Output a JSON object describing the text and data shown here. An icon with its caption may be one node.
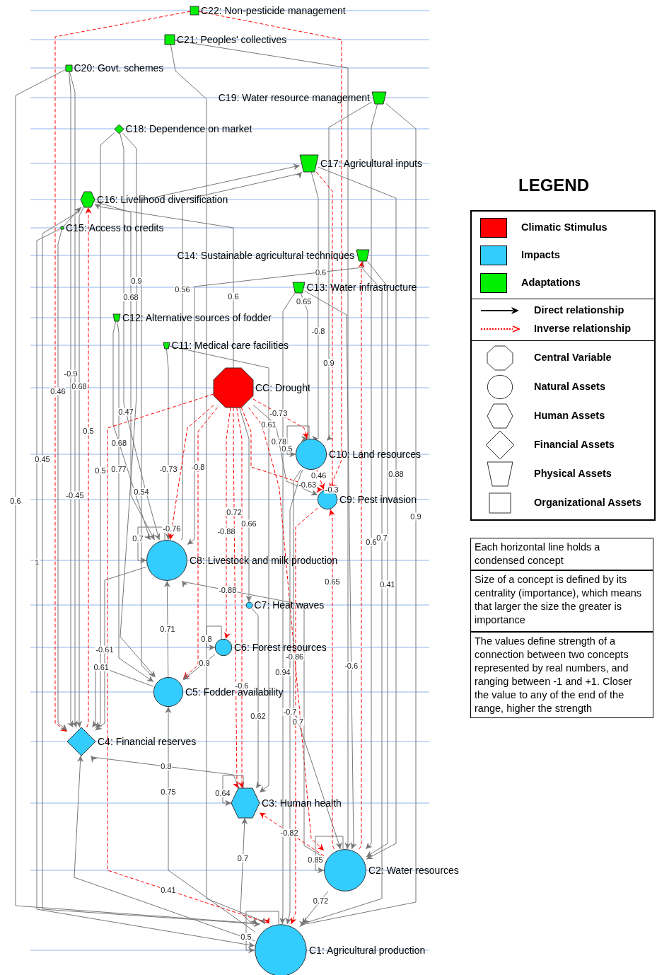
{
  "diagram": {
    "nodes": [
      {
        "text": [],
        "shape": "box",
        "beside": [
          "C22: Non-pesticide management"
        ]
      },
      {
        "text": [],
        "shape": "box",
        "beside": [
          "C21: Peoples' collectives"
        ]
      },
      {
        "text": [],
        "shape": "box",
        "beside": [
          "C20: Govt. schemes"
        ]
      },
      {
        "text": [],
        "shape": "trapezoid",
        "beside": [
          "C19: Water resource management"
        ]
      },
      {
        "text": [],
        "shape": "diamond",
        "beside": [
          "C18: Dependence on market"
        ]
      },
      {
        "text": [],
        "shape": "trapezoid",
        "beside": [
          "C17: Agricultural inputs"
        ]
      },
      {
        "text": [],
        "shape": "hexagon",
        "beside": [
          "C16: Livelihood diversification"
        ]
      },
      {
        "text": [],
        "shape": "box",
        "beside": [
          "C15: Access to credits"
        ]
      },
      {
        "text": [],
        "shape": "trapezoid",
        "beside": [
          "C14: Sustainable agricultural techniques"
        ]
      },
      {
        "text": [],
        "shape": "trapezoid",
        "beside": [
          "C13: Water infrastructure"
        ]
      },
      {
        "text": [],
        "shape": "trapezoid",
        "beside": [
          "C12: Alternative sources of fodder"
        ]
      },
      {
        "text": [],
        "shape": "trapezoid",
        "beside": [
          "C11: Medical care facilities"
        ]
      },
      {
        "text": [],
        "shape": "octagon",
        "beside": [
          "CC: Drought"
        ]
      },
      {
        "text": [],
        "shape": "circle",
        "beside": [
          "C10: Land resources"
        ]
      },
      {
        "text": [],
        "shape": "circle",
        "beside": [
          "C9: Pest invasion"
        ]
      },
      {
        "text": [],
        "shape": "circle",
        "beside": [
          "C8: Livestock and milk production"
        ]
      },
      {
        "text": [],
        "shape": "circle",
        "beside": [
          "C7: Heat waves"
        ]
      },
      {
        "text": [],
        "shape": "circle",
        "beside": [
          "C6: Forest resources"
        ]
      },
      {
        "text": [],
        "shape": "circle",
        "beside": [
          "C5: Fodder availability"
        ]
      },
      {
        "text": [],
        "shape": "diamond",
        "beside": [
          "C4: Financial reserves"
        ]
      },
      {
        "text": [],
        "shape": "hexagon",
        "beside": [
          "C3: Human health"
        ]
      },
      {
        "text": [],
        "shape": "circle",
        "beside": [
          "C2: Water resources"
        ]
      },
      {
        "text": [],
        "shape": "circle",
        "beside": [
          "C1: Agricultural production"
        ]
      },
      {
        "text": [
          "Each horizontal line holds a condensed concept"
        ]
      },
      {
        "text": [
          "Size of a concept is defined by its centrality (importance), which means that larger the size the greater is importance"
        ]
      },
      {
        "text": [
          "The values define strength of a connection between two concepts represented by real numbers, and ranging between -1 and +1. Closer the value to any of the end of the range, higher the strength"
        ]
      }
    ],
    "edges": [
      {
        "from": 0,
        "to": 19,
        "arrow": "to",
        "style": "dashed",
        "color": "#ff0000"
      },
      {
        "from": 0,
        "to": 14,
        "arrow": "to",
        "style": "dashed",
        "color": "#ff0000"
      },
      {
        "from": 1,
        "to": 22,
        "arrow": "to"
      },
      {
        "from": 1,
        "to": 21,
        "arrow": "to"
      },
      {
        "from": 2,
        "to": 22,
        "arrow": "to",
        "label": "0.6"
      },
      {
        "from": 2,
        "to": 19,
        "arrow": "to",
        "label": "-0.9"
      },
      {
        "from": 7,
        "to": 6,
        "arrow": "to"
      },
      {
        "from": 7,
        "to": 19,
        "arrow": "to",
        "label": "0.46"
      },
      {
        "from": 7,
        "to": 22,
        "arrow": "to",
        "label": "1"
      },
      {
        "from": 6,
        "to": 19,
        "arrow": "to",
        "label": "0.68"
      },
      {
        "from": 19,
        "to": 6,
        "arrow": "to",
        "style": "dashed",
        "color": "#ff0000",
        "label": "0.5"
      },
      {
        "from": 4,
        "to": 19,
        "arrow": "to",
        "label": "0.5"
      },
      {
        "from": 4,
        "to": 15,
        "arrow": "to",
        "label": "0.47"
      },
      {
        "from": 4,
        "to": 18,
        "arrow": "to",
        "label": "0.9"
      },
      {
        "from": 10,
        "to": 15,
        "arrow": "to",
        "label": "0.68"
      },
      {
        "from": 10,
        "to": 18,
        "arrow": "to",
        "label": "0.77"
      },
      {
        "from": 11,
        "to": 15,
        "arrow": "to",
        "label": "-0.73"
      },
      {
        "from": 11,
        "to": 20,
        "arrow": "to",
        "label": "0.61"
      },
      {
        "from": 15,
        "to": 5,
        "arrow": "to",
        "label": "0.56"
      },
      {
        "from": 18,
        "to": 5,
        "arrow": "to",
        "label": "0.54"
      },
      {
        "from": 12,
        "to": 6,
        "arrow": "to",
        "label": "0.6"
      },
      {
        "from": 8,
        "to": 15,
        "arrow": "to",
        "label": "0.6"
      },
      {
        "from": 8,
        "to": 21,
        "arrow": "to",
        "label": "0.41"
      },
      {
        "from": 3,
        "to": 13,
        "arrow": "to",
        "label": "0.9"
      },
      {
        "from": 3,
        "to": 21,
        "arrow": "to",
        "label": "0.6"
      },
      {
        "from": 3,
        "to": 22,
        "arrow": "to",
        "label": "0.9"
      },
      {
        "from": 5,
        "to": 13,
        "arrow": "to",
        "label": "-0.8"
      },
      {
        "from": 5,
        "to": 21,
        "arrow": "to",
        "label": "0.88"
      },
      {
        "from": 5,
        "to": 14,
        "arrow": "to",
        "style": "dashed",
        "color": "#ff0000",
        "label": "-0.3"
      },
      {
        "from": 9,
        "to": 13,
        "arrow": "to",
        "label": "0.65"
      },
      {
        "from": 9,
        "to": 22,
        "arrow": "to",
        "label": "0.94"
      },
      {
        "from": 9,
        "to": 21,
        "arrow": "to",
        "label": "-0.6"
      },
      {
        "from": 12,
        "to": 13,
        "arrow": "to",
        "style": "dashed",
        "color": "#ff0000",
        "label": "-0.73"
      },
      {
        "from": 12,
        "to": 14,
        "arrow": "to",
        "label": "0.78"
      },
      {
        "from": 12,
        "to": 14,
        "arrow": "to",
        "style": "dashed",
        "color": "#ff0000",
        "label": "-0.63"
      },
      {
        "from": 12,
        "to": 15,
        "arrow": "to",
        "style": "dashed",
        "color": "#ff0000",
        "label": "-0.76"
      },
      {
        "from": 12,
        "to": 18,
        "arrow": "to",
        "style": "dashed",
        "color": "#ff0000",
        "label": "-0.8"
      },
      {
        "from": 12,
        "to": 17,
        "arrow": "to",
        "style": "dashed",
        "color": "#ff0000",
        "label": "-0.88"
      },
      {
        "from": 12,
        "to": 16,
        "arrow": "to",
        "label": "0.66"
      },
      {
        "from": 12,
        "to": 20,
        "arrow": "to",
        "style": "dashed",
        "color": "#ff0000",
        "label": "0.72"
      },
      {
        "from": 12,
        "to": 20,
        "arrow": "to",
        "style": "dashed",
        "color": "#ff0000",
        "label": "-0.6"
      },
      {
        "from": 12,
        "to": 22,
        "arrow": "to",
        "style": "dashed",
        "color": "#ff0000",
        "label": "0.41"
      },
      {
        "from": 12,
        "to": 21,
        "arrow": "to",
        "style": "dashed",
        "color": "#ff0000",
        "label": "-0.86"
      },
      {
        "from": 13,
        "to": 14,
        "arrow": "to",
        "style": "dashed",
        "color": "#ff0000",
        "label": "0.46"
      },
      {
        "from": 13,
        "to": 13,
        "arrow": "to",
        "label": "0.5"
      },
      {
        "from": 13,
        "to": 22,
        "arrow": "to",
        "label": "-0.7"
      },
      {
        "from": 14,
        "to": 22,
        "arrow": "to",
        "style": "dashed",
        "color": "#ff0000"
      },
      {
        "from": 21,
        "to": 14,
        "arrow": "to",
        "style": "dashed",
        "color": "#ff0000",
        "label": "0.65"
      },
      {
        "from": 15,
        "to": 15,
        "arrow": "to",
        "label": "0.7"
      },
      {
        "from": 18,
        "to": 15,
        "arrow": "to",
        "label": "0.71"
      },
      {
        "from": 15,
        "to": 19,
        "arrow": "to",
        "label": "-0.61"
      },
      {
        "from": 18,
        "to": 19,
        "arrow": "to",
        "label": "0.61"
      },
      {
        "from": 21,
        "to": 15,
        "arrow": "to",
        "label": "-0.88"
      },
      {
        "from": 17,
        "to": 17,
        "arrow": "to",
        "label": "0.8"
      },
      {
        "from": 17,
        "to": 18,
        "arrow": "to",
        "label": "0.9"
      },
      {
        "from": 16,
        "to": 20,
        "arrow": "to",
        "label": "0.62"
      },
      {
        "from": 20,
        "to": 19,
        "arrow": "to",
        "label": "0.8"
      },
      {
        "from": 20,
        "to": 20,
        "arrow": "to",
        "label": "0.64"
      },
      {
        "from": 22,
        "to": 20,
        "arrow": "to",
        "label": "0.7"
      },
      {
        "from": 22,
        "to": 18,
        "arrow": "to",
        "label": "0.75"
      },
      {
        "from": 22,
        "to": 19,
        "arrow": "to"
      },
      {
        "from": 22,
        "to": 22,
        "arrow": "to",
        "label": "0.5"
      },
      {
        "from": 21,
        "to": 21,
        "arrow": "to",
        "label": "0.85"
      },
      {
        "from": 21,
        "to": 22,
        "arrow": "to",
        "label": "0.72"
      },
      {
        "from": 21,
        "to": 20,
        "arrow": "to",
        "style": "dashed",
        "color": "#ff0000",
        "label": "-0.82"
      },
      {
        "from": 21,
        "to": 8,
        "arrow": "to",
        "style": "dashed",
        "color": "#ff0000"
      },
      {
        "from": 6,
        "to": 22,
        "arrow": "to",
        "label": "0.45"
      },
      {
        "from": 2,
        "to": 19,
        "arrow": "to",
        "label": "-0.45"
      },
      {
        "from": 13,
        "to": 21,
        "arrow": "to",
        "label": "0.7"
      },
      {
        "from": 8,
        "to": 22,
        "arrow": "to",
        "label": "0.7"
      },
      {
        "from": 6,
        "to": 15,
        "arrow": "to",
        "label": "0.68"
      }
    ],
    "labels": [
      "LEGEND"
    ],
    "legend": [
      {
        "text": "Climatic Stimulus",
        "color": "#ff0000"
      },
      {
        "text": "Impacts",
        "color": "#33ccff"
      },
      {
        "text": "Adaptations",
        "color": "#00ee00"
      },
      {
        "text": "Direct relationship"
      },
      {
        "text": "Inverse relationship"
      },
      {
        "text": "Central Variable"
      },
      {
        "text": "Natural Assets"
      },
      {
        "text": "Human Assets"
      },
      {
        "text": "Financial Assets"
      },
      {
        "text": "Physical Assets"
      },
      {
        "text": "Organizational Assets"
      }
    ]
  }
}
